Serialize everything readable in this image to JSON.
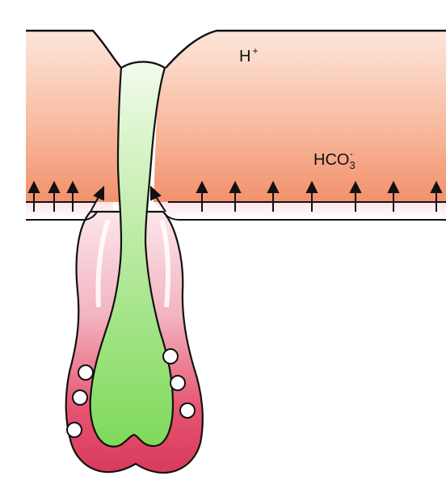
{
  "labels": {
    "hydrogen": {
      "symbol": "H",
      "charge": "+"
    },
    "bicarbonate": {
      "symbol": "HCO",
      "subscript": "3",
      "charge": "-"
    }
  },
  "colors": {
    "mucus_top": "#fde3d6",
    "mucus_bottom": "#f29a76",
    "pit_lumen": "#9ee07c",
    "gland_wall": "#e84e6c",
    "outline": "#111111"
  }
}
